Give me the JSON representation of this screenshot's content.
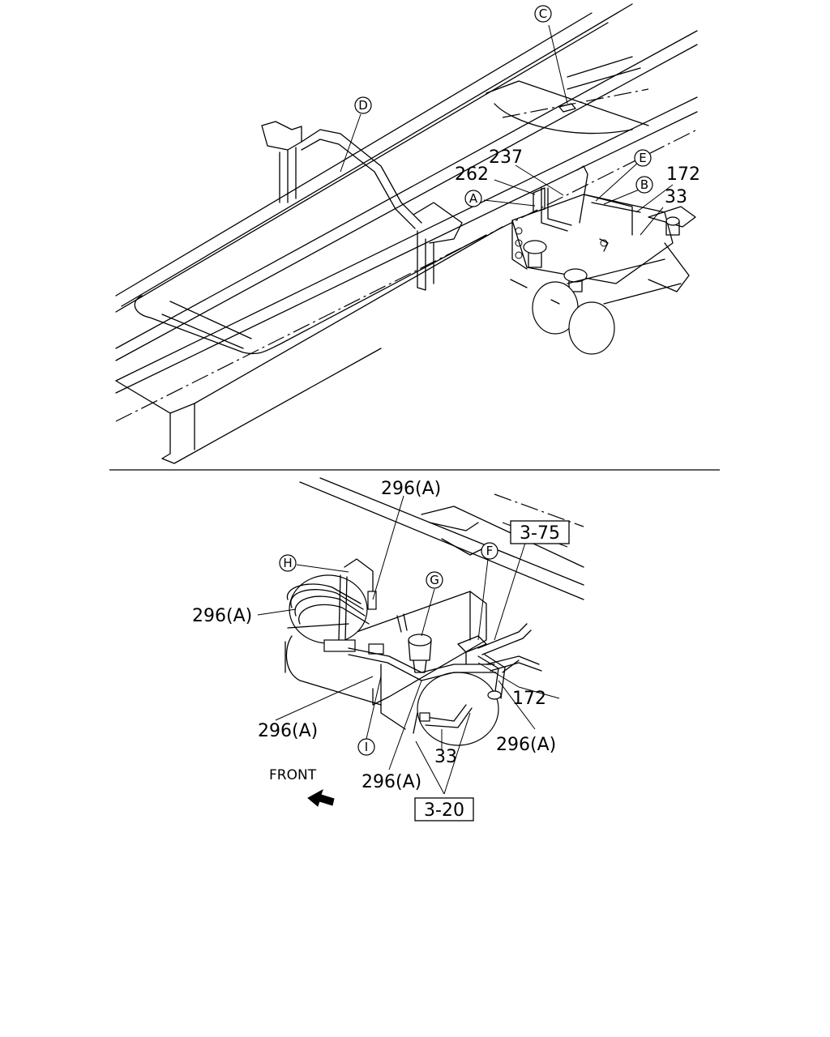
{
  "callouts": {
    "C": "C",
    "D": "D",
    "E": "E",
    "B": "B",
    "A": "A",
    "H": "H",
    "G": "G",
    "F": "F",
    "I": "I"
  },
  "labels": {
    "p237": "237",
    "p262": "262",
    "p172_top": "172",
    "p33_top": "33",
    "p296a_top": "296(A)",
    "p296a_left": "296(A)",
    "p296a_lower_left": "296(A)",
    "p296a_bottom": "296(A)",
    "p296a_right": "296(A)",
    "p172_bottom": "172",
    "p33_bottom": "33",
    "ref_3_75": "3-75",
    "ref_3_20": "3-20",
    "front": "FRONT"
  }
}
